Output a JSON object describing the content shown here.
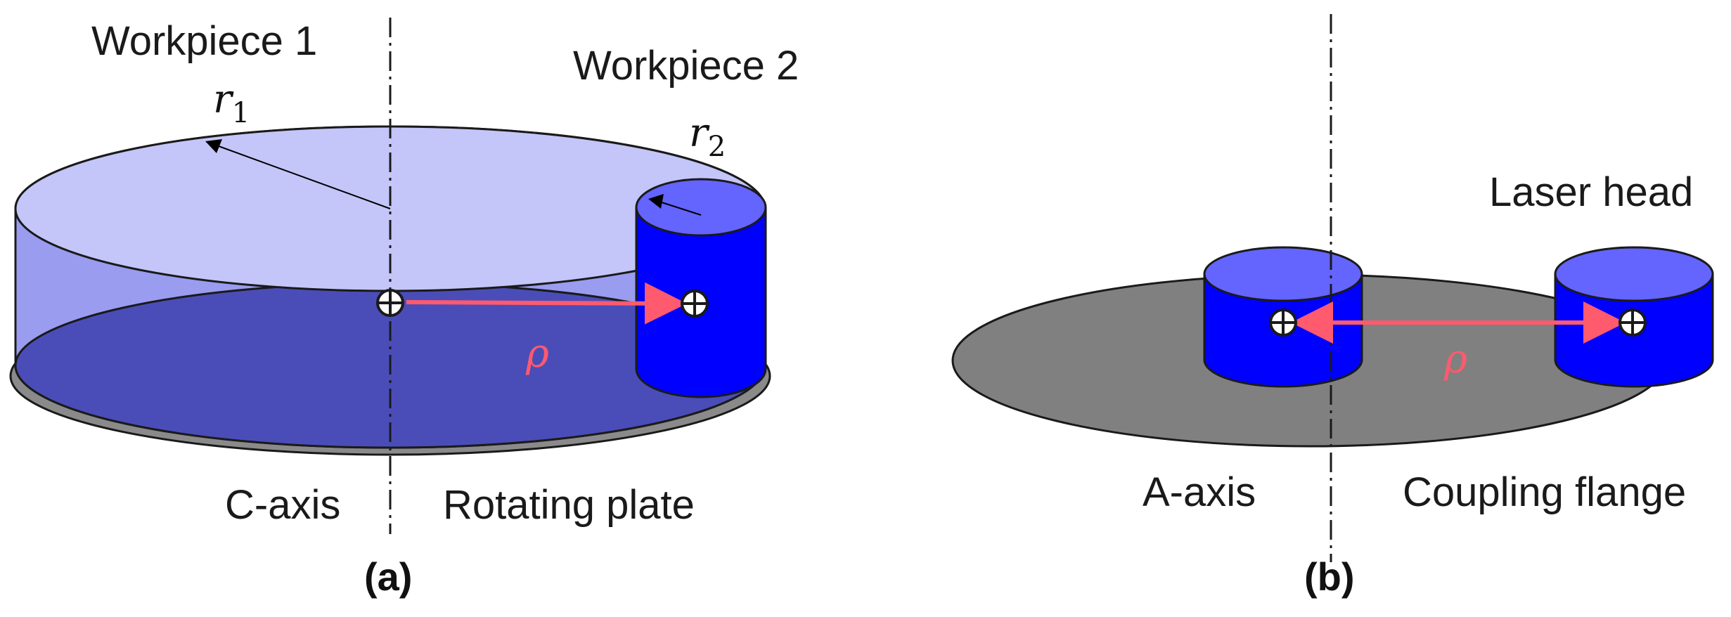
{
  "panel_a": {
    "workpiece1_label": "Workpiece 1",
    "workpiece2_label": "Workpiece 2",
    "r1_symbol": "r",
    "r1_subscript": "1",
    "r2_symbol": "r",
    "r2_subscript": "2",
    "rho_label": "ρ",
    "axis_label": "C-axis",
    "plate_label": "Rotating plate",
    "caption": "(a)"
  },
  "panel_b": {
    "laser_label": "Laser head",
    "rho_label": "ρ",
    "axis_label": "A-axis",
    "flange_label": "Coupling flange",
    "caption": "(b)"
  },
  "colors": {
    "workpiece1_top": "#c4c6fa",
    "workpiece1_side": "#9a9cf0",
    "workpiece1_bottom": "#4a4db8",
    "cylinder_blue": "#0000ff",
    "cylinder_top": "#6464ff",
    "plate_gray": "#808080",
    "rho_arrow": "#ff5a6e",
    "outline": "#1a1a1a"
  }
}
